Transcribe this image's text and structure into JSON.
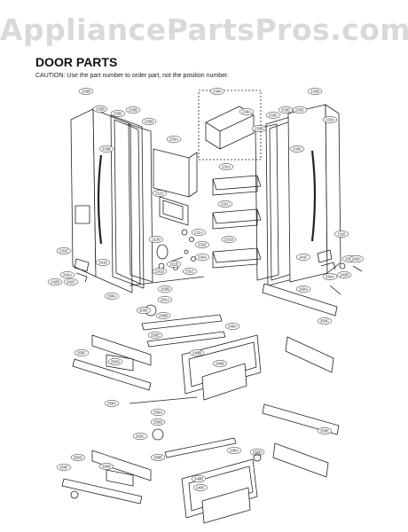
{
  "watermark": "AppliancePartsPros.com",
  "title": "DOOR PARTS",
  "caution": "CAUTION: Use the part number to order part, not the position number.",
  "colors": {
    "line": "#222222",
    "watermark": "#d9d9d9",
    "background": "#ffffff"
  },
  "callouts": [
    "233B",
    "233B",
    "233C",
    "233B",
    "233D",
    "234A",
    "233C",
    "233B",
    "233A",
    "233C",
    "233D",
    "233B",
    "233B",
    "233C",
    "233A",
    "231A",
    "211C",
    "231C",
    "231D",
    "2130",
    "211A",
    "231E",
    "239A",
    "234A",
    "211B",
    "231C",
    "231D",
    "231F",
    "231E",
    "2110",
    "203B",
    "201A",
    "203C",
    "2418",
    "241F",
    "242A",
    "242B",
    "242C",
    "242A",
    "242B",
    "242C",
    "250A",
    "250A",
    "250B",
    "250C",
    "250E",
    "250F",
    "240A",
    "240B",
    "240D",
    "250G",
    "250A",
    "250A",
    "250B",
    "250C",
    "250F",
    "250G",
    "250D",
    "250E",
    "240A",
    "240B",
    "240C",
    "250D",
    "250E"
  ]
}
